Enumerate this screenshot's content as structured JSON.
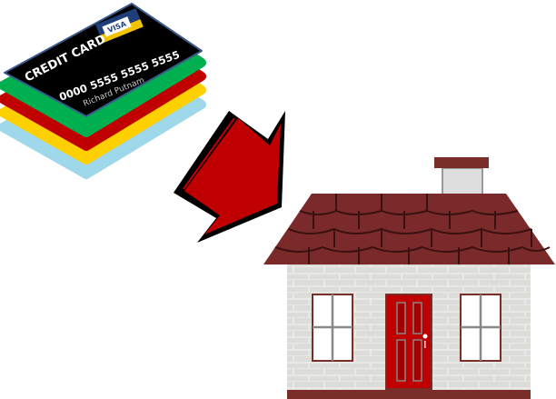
{
  "credit_card": {
    "title": "CREDIT CARD",
    "number": "0000 5555 5555 5555",
    "holder": "Richard Putnam",
    "logo_text": "VISA",
    "card_colors": [
      "#000000",
      "#00b050",
      "#c00000",
      "#ffd000",
      "#9fd8ea"
    ]
  },
  "arrow": {
    "icon": "arrow-down-left-icon",
    "color": "#c00000"
  },
  "house": {
    "roof_color": "#7a2a2a",
    "wall_color": "#dcdcd8",
    "door_color": "#c00000"
  }
}
